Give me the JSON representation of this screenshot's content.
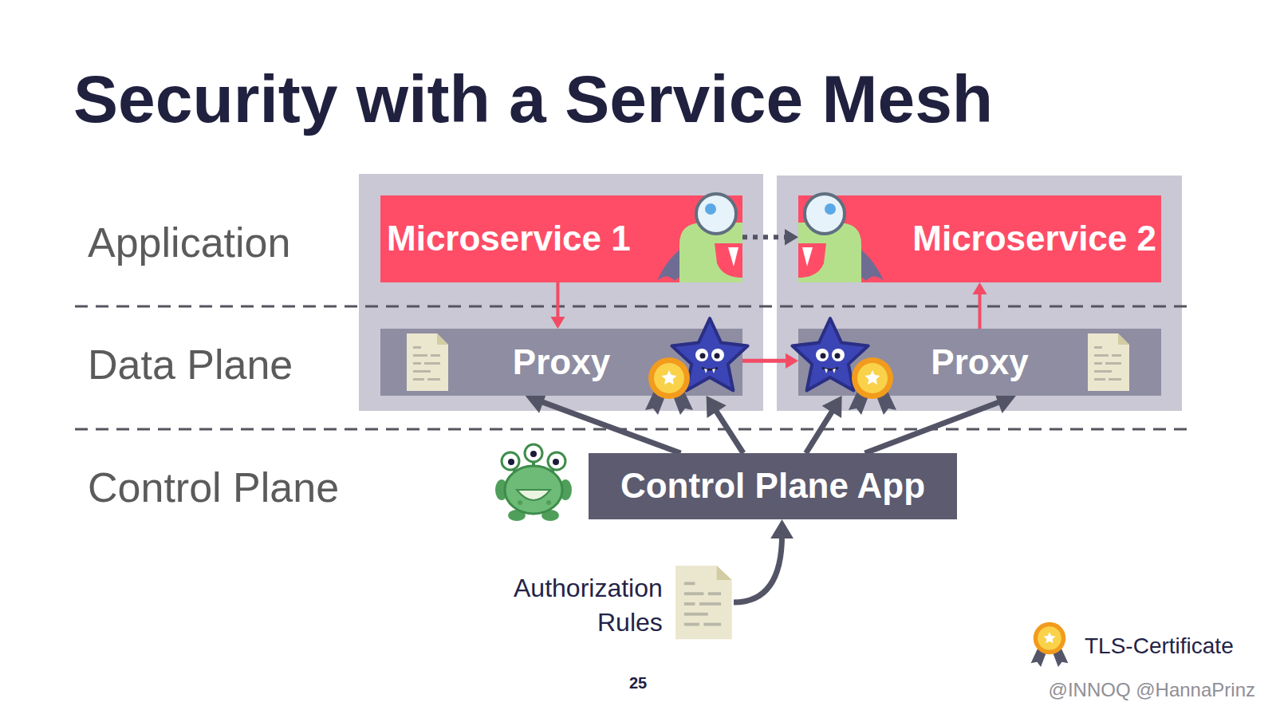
{
  "diagram": {
    "title": "Security with a Service Mesh",
    "nodes": [
      {
        "text": [
          "Microservice 1"
        ]
      },
      {
        "text": [
          "Microservice 2"
        ]
      },
      {
        "text": [
          "Proxy"
        ]
      },
      {
        "text": [
          "Proxy"
        ]
      },
      {
        "text": [
          "Control Plane App"
        ]
      },
      {
        "text": [
          "Authorization Rules"
        ]
      }
    ],
    "edges": [
      {
        "from": 0,
        "to": 2,
        "arrow": "to"
      },
      {
        "from": 0,
        "to": 1,
        "arrow": "to"
      },
      {
        "from": 2,
        "to": 3,
        "arrow": "to"
      },
      {
        "from": 3,
        "to": 1,
        "arrow": "to"
      },
      {
        "from": 4,
        "to": 2,
        "arrow": "to"
      },
      {
        "from": 4,
        "to": 2,
        "arrow": "to"
      },
      {
        "from": 4,
        "to": 3,
        "arrow": "to"
      },
      {
        "from": 4,
        "to": 3,
        "arrow": "to"
      },
      {
        "from": 5,
        "to": 4,
        "arrow": "to"
      }
    ],
    "labels": [
      "Application",
      "Data Plane",
      "Control Plane",
      "25",
      "@INNOQ @HannaPrinz"
    ],
    "legend": [
      {
        "text": "TLS-Certificate"
      }
    ]
  }
}
